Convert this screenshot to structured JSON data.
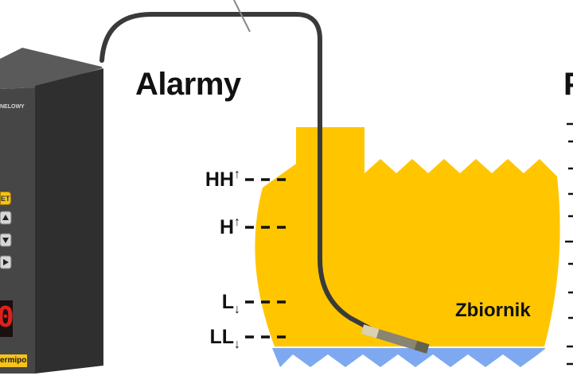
{
  "heading": {
    "title": "Alarmy",
    "right_title_fragment": "P"
  },
  "alarms": [
    {
      "label": "HH",
      "arrow": "↑"
    },
    {
      "label": "H",
      "arrow": "↑"
    },
    {
      "label": "L",
      "arrow": "↓"
    },
    {
      "label": "LL",
      "arrow": "↓"
    }
  ],
  "tank": {
    "label": "Zbiornik"
  },
  "controller": {
    "panel_text": "NELOWY",
    "set_button": "ET",
    "display_digit": "0",
    "brand": "ermipol"
  },
  "colors": {
    "tank_fill": "#FFC600",
    "liquid_bottom": "#7EA9F0",
    "cable": "#3a3a3a",
    "device_body": "#3d3d3d",
    "display_red": "#e0201b"
  }
}
